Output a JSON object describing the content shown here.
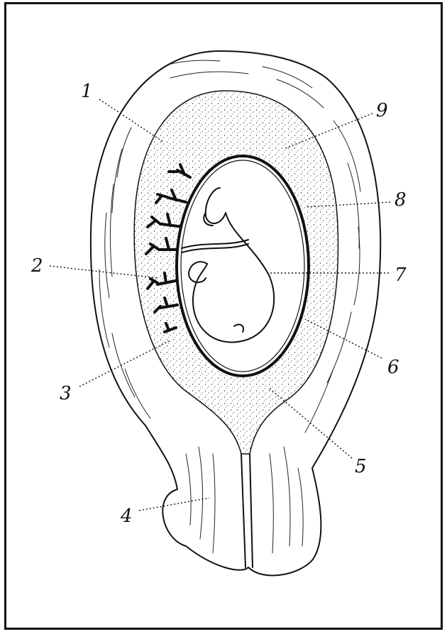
{
  "labels": [
    {
      "id": "1",
      "text": "1"
    },
    {
      "id": "2",
      "text": "2"
    },
    {
      "id": "3",
      "text": "3"
    },
    {
      "id": "4",
      "text": "4"
    },
    {
      "id": "5",
      "text": "5"
    },
    {
      "id": "6",
      "text": "6"
    },
    {
      "id": "7",
      "text": "7"
    },
    {
      "id": "8",
      "text": "8"
    },
    {
      "id": "9",
      "text": "9"
    }
  ]
}
